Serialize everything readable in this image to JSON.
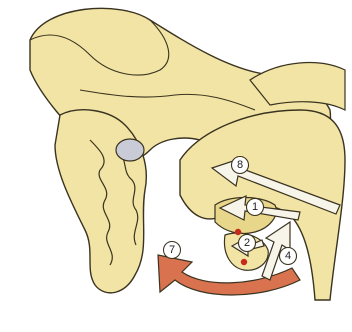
{
  "figure": {
    "labels": [
      {
        "id": "label-1",
        "text": "1"
      },
      {
        "id": "label-2",
        "text": "2"
      },
      {
        "id": "label-4",
        "text": "4"
      },
      {
        "id": "label-7",
        "text": "7"
      },
      {
        "id": "label-8",
        "text": "8"
      }
    ],
    "colors": {
      "bone_fill": "#f1e4a4",
      "bone_shadow": "#d9c77c",
      "outline": "#3a3320",
      "joint_cup": "#c9cbd6",
      "arrow_white": "#f7f4ea",
      "arrow_red": "#d9734f",
      "marker_red": "#c62a1c"
    }
  }
}
